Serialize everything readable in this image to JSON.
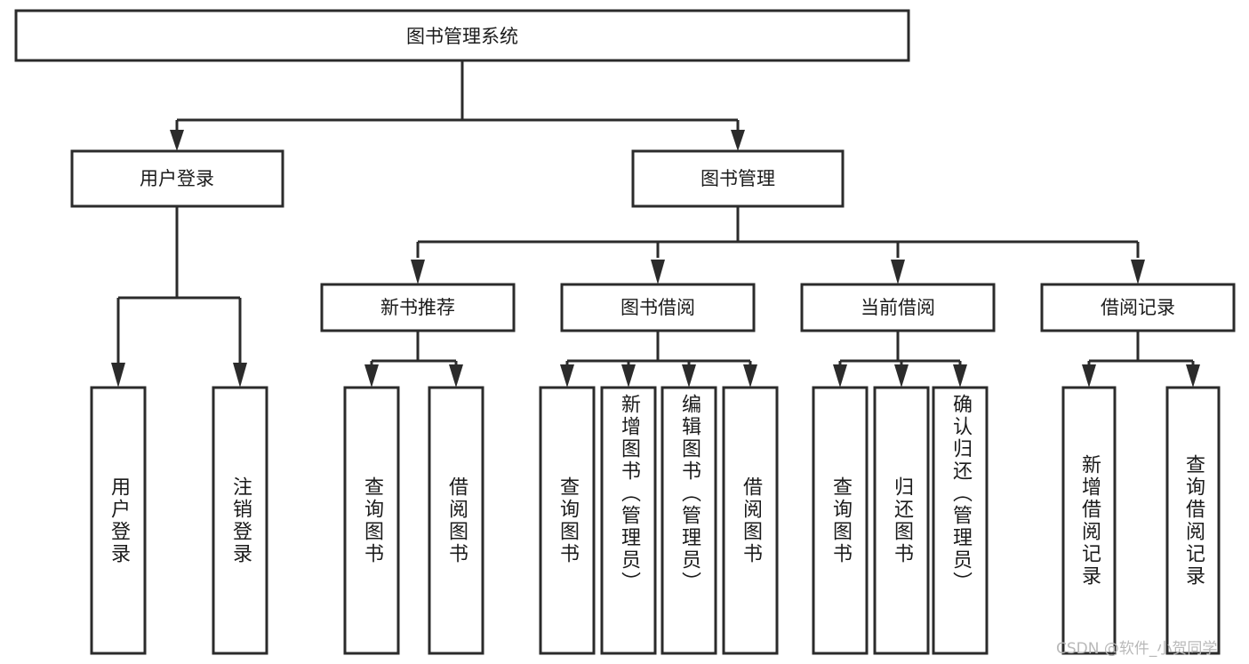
{
  "diagram": {
    "type": "tree",
    "title": "图书管理系统",
    "root": {
      "id": "root",
      "label": "图书管理系统",
      "level": 1
    },
    "level2": [
      {
        "id": "user-login",
        "label": "用户登录"
      },
      {
        "id": "book-manage",
        "label": "图书管理"
      }
    ],
    "level3": [
      {
        "id": "new-book-recommend",
        "label": "新书推荐",
        "parent": "book-manage"
      },
      {
        "id": "book-borrow",
        "label": "图书借阅",
        "parent": "book-manage"
      },
      {
        "id": "current-borrow",
        "label": "当前借阅",
        "parent": "book-manage"
      },
      {
        "id": "borrow-record",
        "label": "借阅记录",
        "parent": "book-manage"
      }
    ],
    "leaves": [
      {
        "id": "leaf-user-login",
        "label": "用户登录",
        "parent": "user-login"
      },
      {
        "id": "leaf-logout",
        "label": "注销登录",
        "parent": "user-login"
      },
      {
        "id": "leaf-query-book-1",
        "label": "查询图书",
        "parent": "new-book-recommend"
      },
      {
        "id": "leaf-borrow-book-1",
        "label": "借阅图书",
        "parent": "new-book-recommend"
      },
      {
        "id": "leaf-query-book-2",
        "label": "查询图书",
        "parent": "book-borrow"
      },
      {
        "id": "leaf-add-book",
        "label": "新增图书（管理员）",
        "parent": "book-borrow"
      },
      {
        "id": "leaf-edit-book",
        "label": "编辑图书（管理员）",
        "parent": "book-borrow"
      },
      {
        "id": "leaf-borrow-book-2",
        "label": "借阅图书",
        "parent": "book-borrow"
      },
      {
        "id": "leaf-query-book-3",
        "label": "查询图书",
        "parent": "current-borrow"
      },
      {
        "id": "leaf-return-book",
        "label": "归还图书",
        "parent": "current-borrow"
      },
      {
        "id": "leaf-confirm-return",
        "label": "确认归还（管理员）",
        "parent": "current-borrow"
      },
      {
        "id": "leaf-add-record",
        "label": "新增借阅记录",
        "parent": "borrow-record"
      },
      {
        "id": "leaf-query-record",
        "label": "查询借阅记录",
        "parent": "borrow-record"
      }
    ],
    "colors": {
      "stroke": "#2b2b2b",
      "fill": "#ffffff",
      "text": "#1b1b1b",
      "watermark": "#b9b9b9"
    }
  },
  "watermark": {
    "text": "CSDN @软件_小贺同学"
  }
}
